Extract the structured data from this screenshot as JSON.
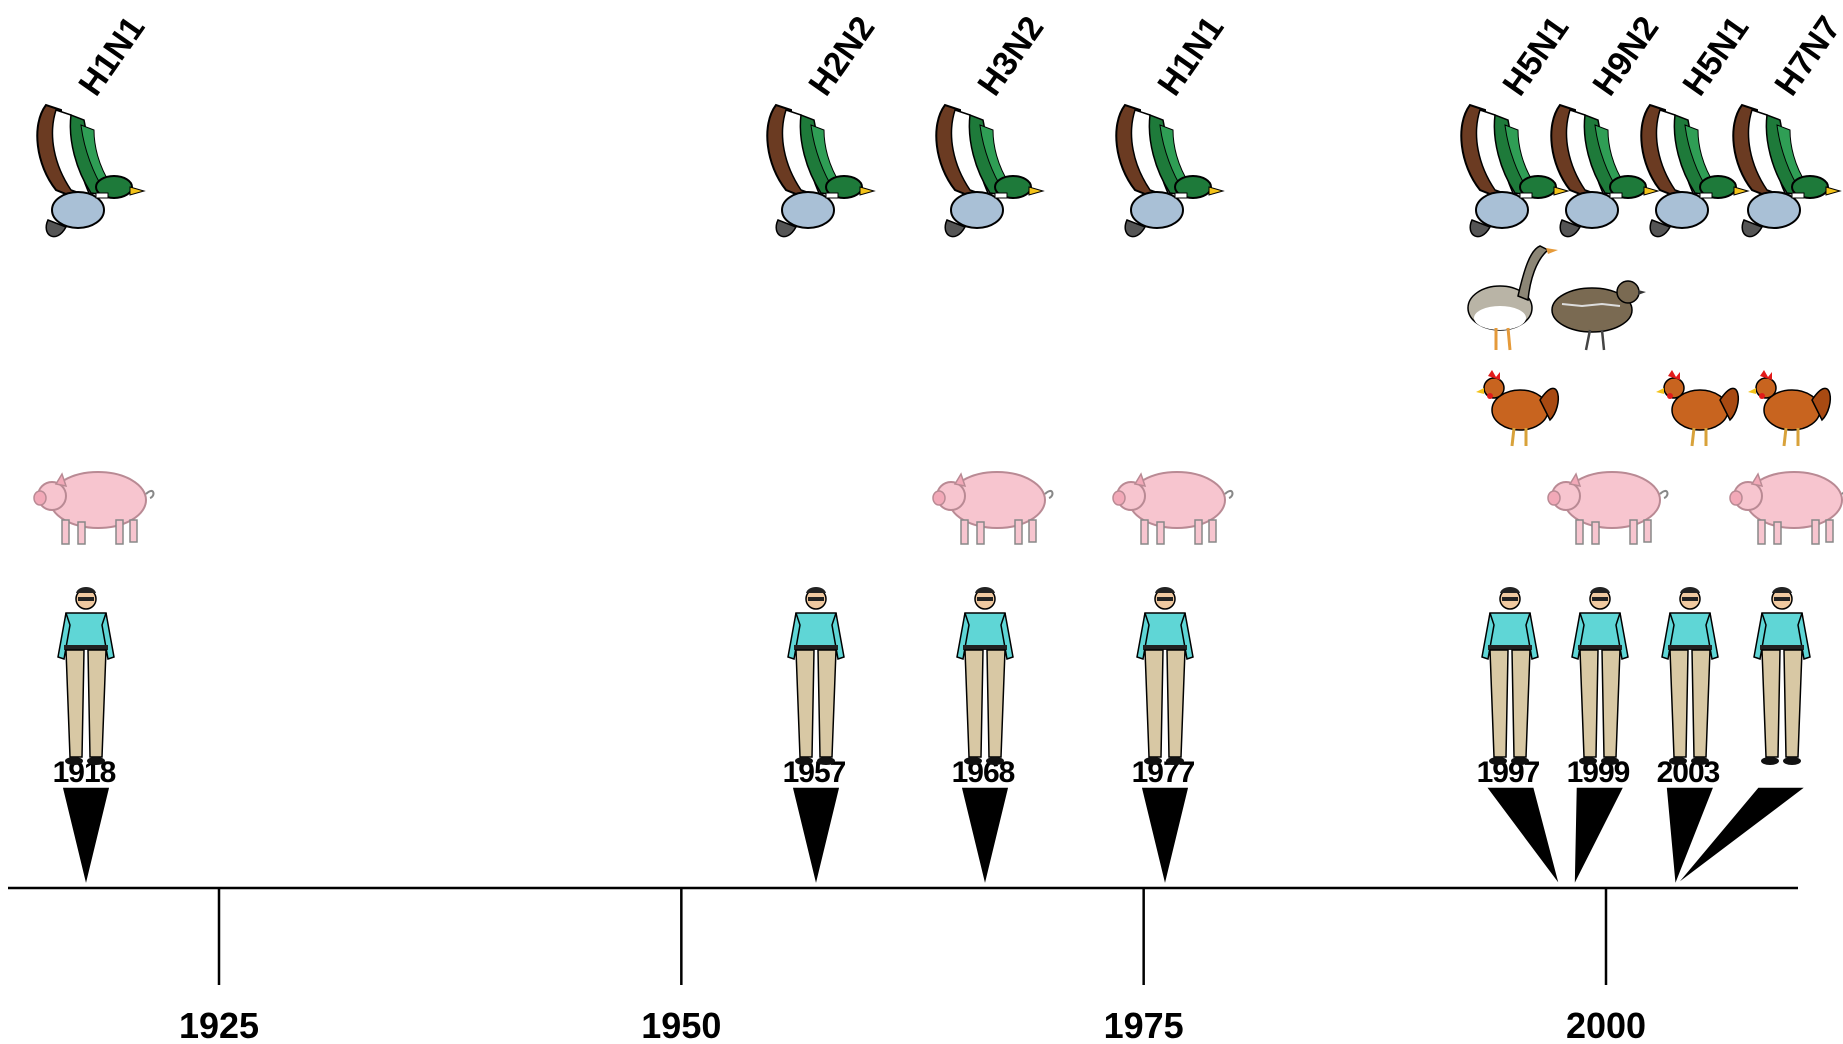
{
  "axis": {
    "ticks": [
      {
        "label": "1925",
        "year": 1925
      },
      {
        "label": "1950",
        "year": 1950
      },
      {
        "label": "1975",
        "year": 1975
      },
      {
        "label": "2000",
        "year": 2000
      }
    ]
  },
  "events": [
    {
      "year_label": "1918",
      "year": 1918,
      "subtype": "H1N1",
      "hosts": [
        "duck",
        "pig",
        "human"
      ]
    },
    {
      "year_label": "1957",
      "year": 1957,
      "subtype": "H2N2",
      "hosts": [
        "duck",
        "human"
      ]
    },
    {
      "year_label": "1968",
      "year": 1968,
      "subtype": "H3N2",
      "hosts": [
        "duck",
        "pig",
        "human"
      ]
    },
    {
      "year_label": "1977",
      "year": 1977,
      "subtype": "H1N1",
      "hosts": [
        "duck",
        "pig",
        "human"
      ]
    },
    {
      "year_label": "1997",
      "year": 1997,
      "subtype": "H5N1",
      "hosts": [
        "duck",
        "goose",
        "chicken",
        "human"
      ]
    },
    {
      "year_label": "1999",
      "year": 1999,
      "subtype": "H9N2",
      "hosts": [
        "duck",
        "quail",
        "pig",
        "human"
      ]
    },
    {
      "year_label": "2003",
      "year": 2003,
      "subtype": "H5N1",
      "hosts": [
        "duck",
        "chicken",
        "human"
      ]
    },
    {
      "year_label": "",
      "year": 2003,
      "subtype": "H7N7",
      "hosts": [
        "duck",
        "chicken",
        "pig",
        "human"
      ]
    }
  ],
  "icons": {
    "duck": "mallard-duck-icon",
    "goose": "goose-icon",
    "quail": "quail-icon",
    "chicken": "chicken-icon",
    "pig": "pig-icon",
    "human": "human-figure-icon"
  },
  "colors": {
    "axis": "#000000",
    "pointer": "#000000",
    "pig": "#f7c5cf",
    "shirt": "#5fd6d6",
    "trousers": "#d8c8a4",
    "duck_green": "#1e7a3a",
    "duck_brown": "#6b3b22",
    "duck_breast": "#a9c0d6",
    "chicken": "#c8641f",
    "comb": "#e21a1a"
  }
}
